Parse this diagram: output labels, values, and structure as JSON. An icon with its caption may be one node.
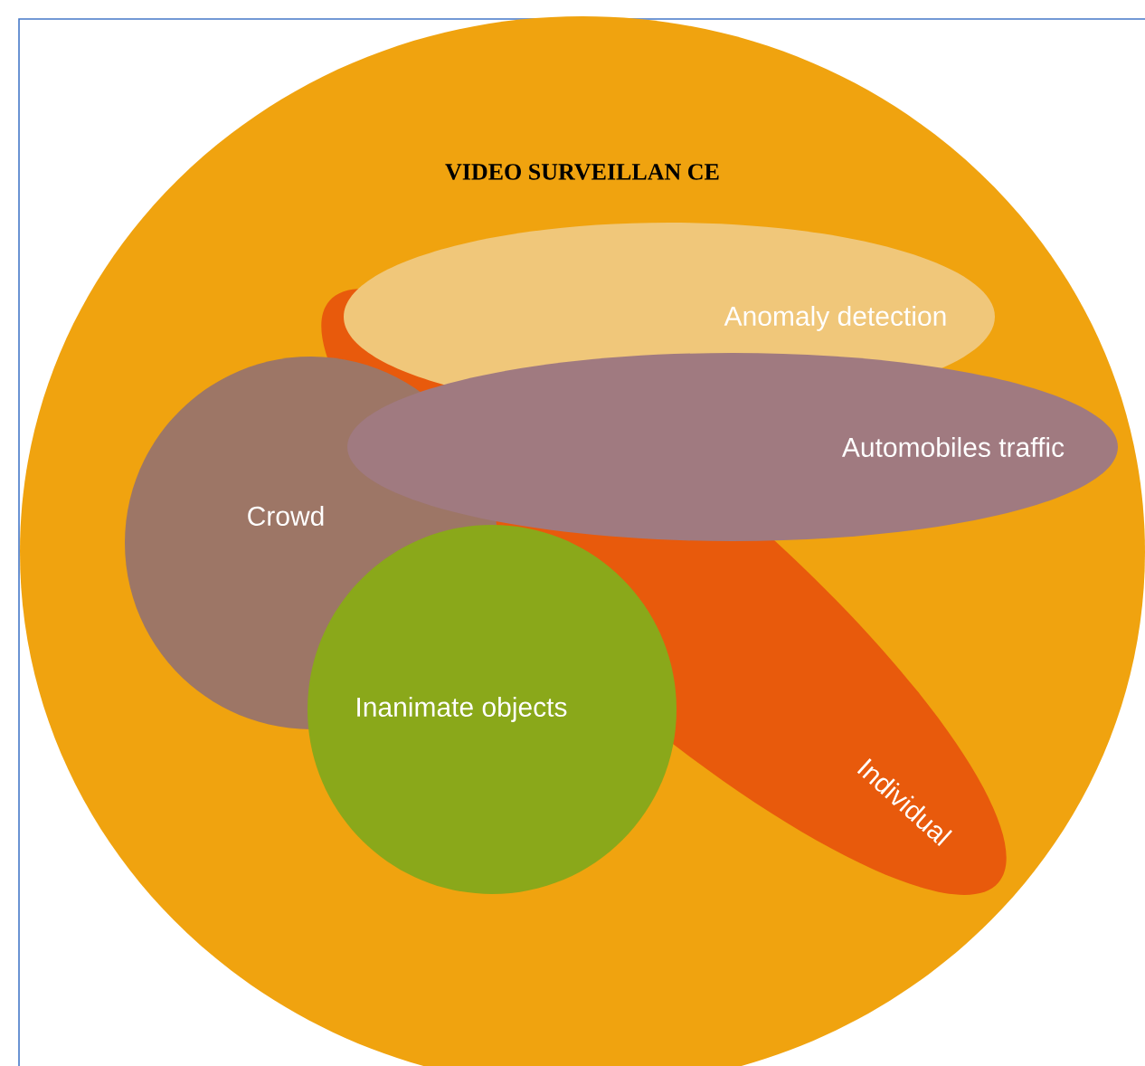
{
  "diagram": {
    "nodes": [
      {
        "text": [
          "VIDEO SURVEILLAN CE"
        ]
      },
      {
        "text": [
          "Anomaly detection"
        ],
        "in": 0
      },
      {
        "text": [
          "Automobiles traffic"
        ],
        "in": 0
      },
      {
        "text": [
          "Crowd"
        ],
        "in": 0
      },
      {
        "text": [
          "Inanimate objects"
        ],
        "in": 0
      },
      {
        "text": [
          "Individual"
        ],
        "in": 0
      }
    ]
  }
}
